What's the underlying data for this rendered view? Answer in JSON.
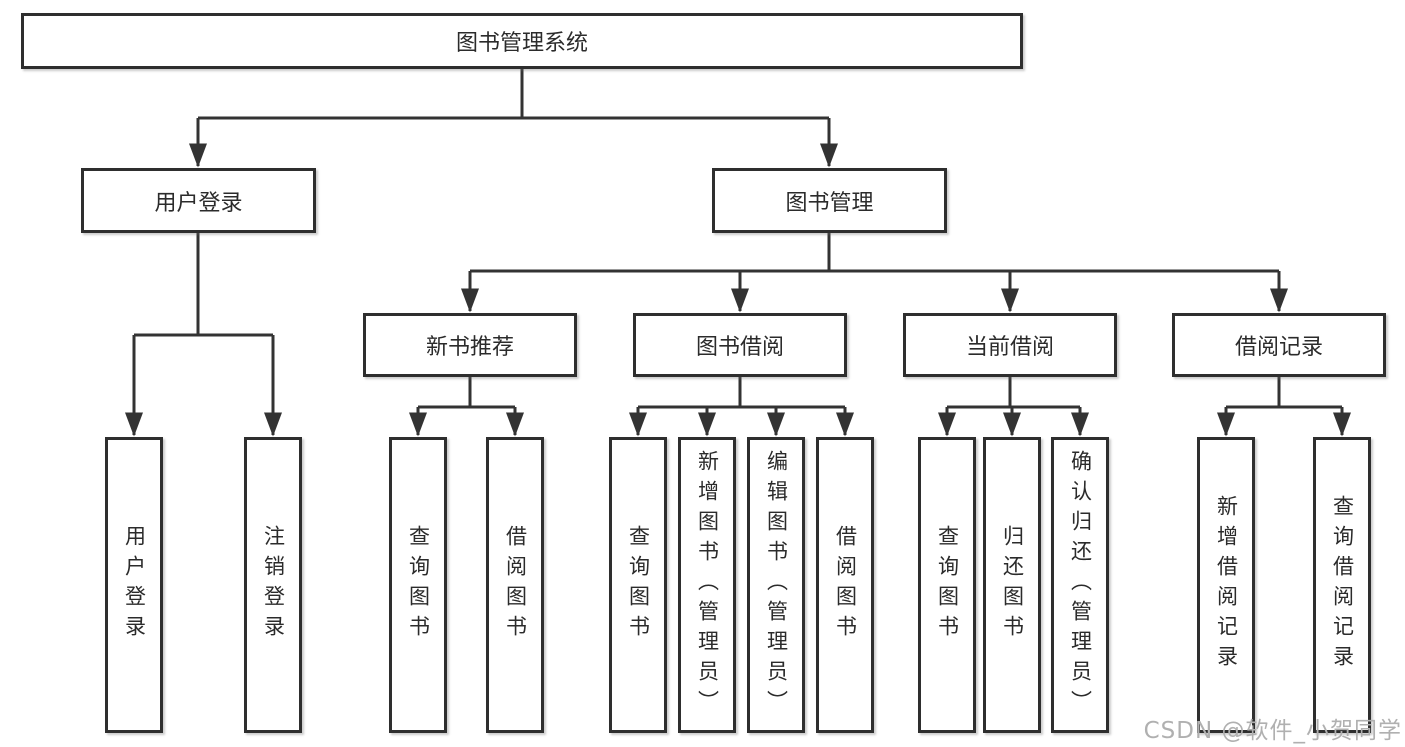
{
  "diagram": {
    "root": {
      "label": "图书管理系统"
    },
    "level2": [
      {
        "label": "用户登录"
      },
      {
        "label": "图书管理"
      }
    ],
    "level3": [
      {
        "label": "新书推荐"
      },
      {
        "label": "图书借阅"
      },
      {
        "label": "当前借阅"
      },
      {
        "label": "借阅记录"
      }
    ],
    "leaves": {
      "user": [
        "用户登录",
        "注销登录"
      ],
      "newbook": [
        "查询图书",
        "借阅图书"
      ],
      "borrow": [
        "查询图书",
        "新增图书（管理员）",
        "编辑图书（管理员）",
        "借阅图书"
      ],
      "current": [
        "查询图书",
        "归还图书",
        "确认归还（管理员）"
      ],
      "records": [
        "新增借阅记录",
        "查询借阅记录"
      ]
    }
  },
  "watermark": {
    "text": "CSDN @软件_小贺同学"
  },
  "colors": {
    "line": "#333333",
    "box_border": "#2e2e2e",
    "text": "#2b2b2b",
    "watermark": "#b0b0b0",
    "background": "#ffffff"
  }
}
